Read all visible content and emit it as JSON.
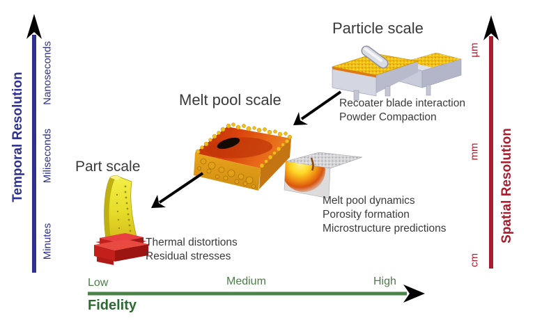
{
  "figure": {
    "background": "#ffffff",
    "text_color": "#3a3a3a"
  },
  "axes": {
    "temporal": {
      "title": "Temporal Resolution",
      "ticks": [
        "Minutes",
        "Miliseconds",
        "Nanoseconds"
      ],
      "color": "#2e3192",
      "arrowhead_color": "#000000",
      "direction": "up"
    },
    "spatial": {
      "title": "Spatial Resolution",
      "ticks": [
        "cm",
        "mm",
        "µm"
      ],
      "color": "#a81e2e",
      "arrowhead_color": "#000000",
      "direction": "up"
    },
    "fidelity": {
      "title": "Fidelity",
      "ticks": [
        "Low",
        "Medium",
        "High"
      ],
      "line_color": "#4a8347",
      "label_color": "#4d7d49",
      "title_color": "#2d6a31",
      "arrowhead_color": "#000000",
      "direction": "right"
    }
  },
  "scales": {
    "part": {
      "title": "Part scale",
      "annotations": [
        "Thermal distortions",
        "Residual stresses"
      ],
      "image": "turbine-blade-on-red-base"
    },
    "melt_pool": {
      "title": "Melt pool scale",
      "annotations": [
        "Melt pool dynamics",
        "Porosity formation",
        "Microstructure predictions"
      ],
      "image": "melt-pool-track-block-and-cross-section"
    },
    "particle": {
      "title": "Particle scale",
      "annotations": [
        "Recoater blade interaction",
        "Powder Compaction"
      ],
      "image": "powder-bed-with-recoater-roller"
    }
  }
}
